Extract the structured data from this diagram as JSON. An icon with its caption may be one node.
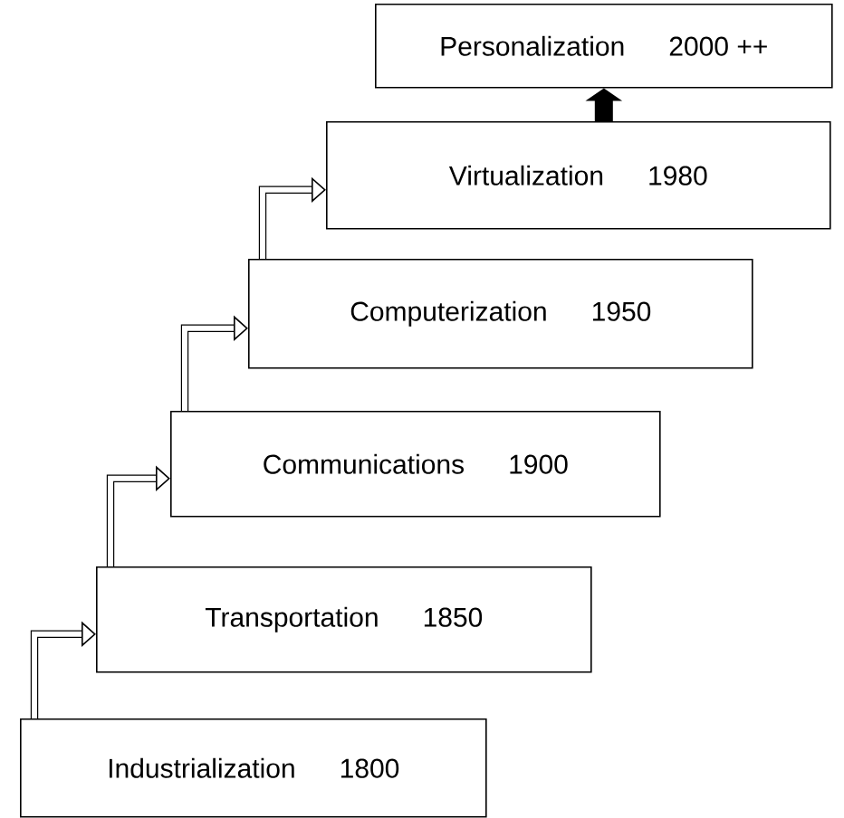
{
  "diagram": {
    "nodes": [
      {
        "text": [
          "Personalization",
          "2000 ++"
        ]
      },
      {
        "text": [
          "Virtualization",
          "1980"
        ]
      },
      {
        "text": [
          "Computerization",
          "1950"
        ]
      },
      {
        "text": [
          "Communications",
          "1900"
        ]
      },
      {
        "text": [
          "Transportation",
          "1850"
        ]
      },
      {
        "text": [
          "Industrialization",
          "1800"
        ]
      }
    ],
    "edges": [
      {
        "from": 5,
        "to": 4,
        "arrow": "to"
      },
      {
        "from": 4,
        "to": 3,
        "arrow": "to"
      },
      {
        "from": 3,
        "to": 2,
        "arrow": "to"
      },
      {
        "from": 2,
        "to": 1,
        "arrow": "to"
      },
      {
        "from": 1,
        "to": 0,
        "arrow": "to",
        "style": "thick"
      }
    ]
  }
}
